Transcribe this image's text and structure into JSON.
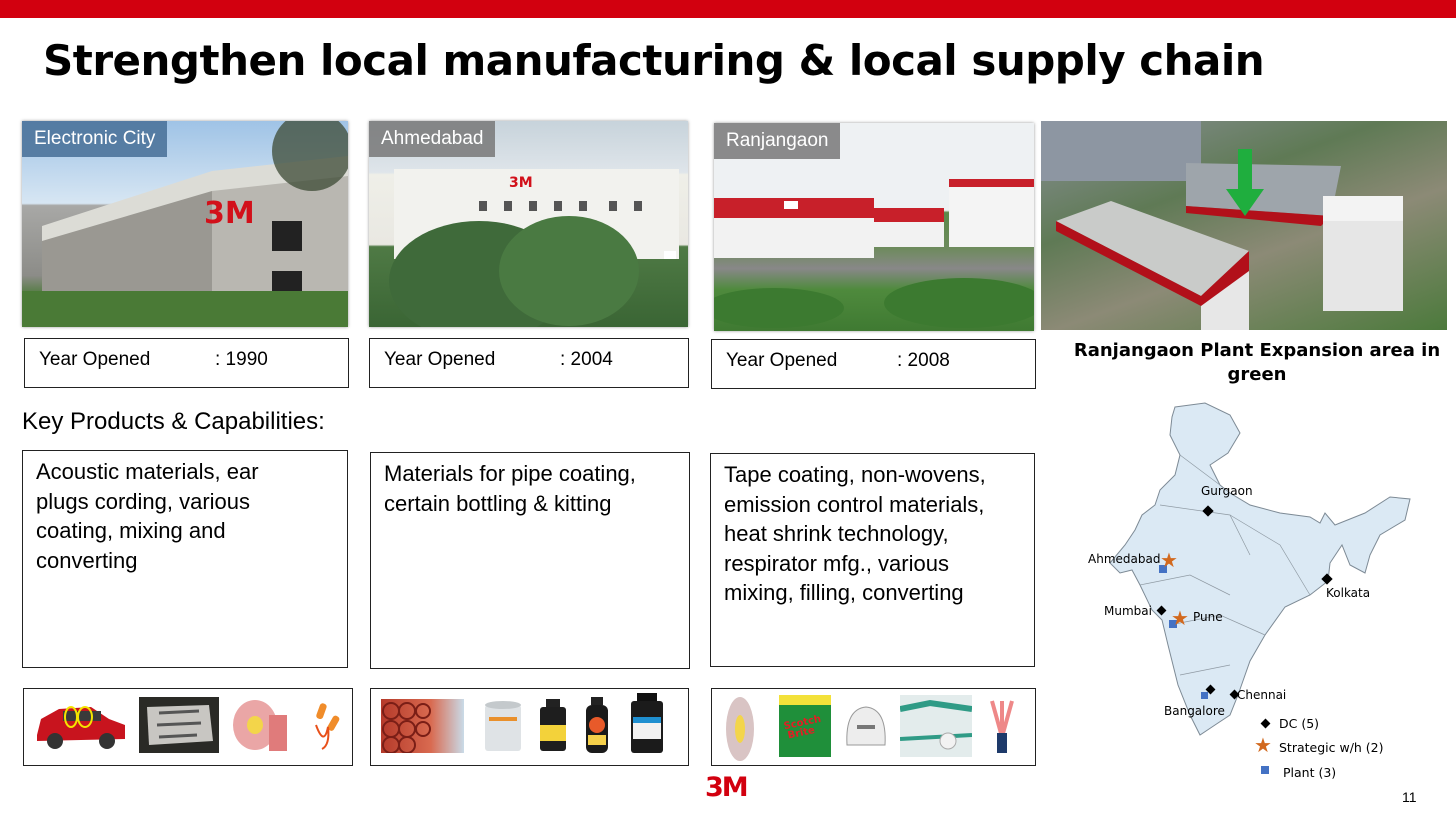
{
  "slide": {
    "title": "Strengthen local manufacturing & local supply chain",
    "page_number": "11",
    "brand_color": "#d2000f",
    "logo": "3M"
  },
  "sites": [
    {
      "name": "Electronic City",
      "year_label": "Year Opened",
      "year_value": ": 1990",
      "capabilities": "Acoustic materials, ear plugs cording, various coating, mixing and converting",
      "products": [
        "red-car-acoustic",
        "acoustic-foam-parts",
        "vhb-tape-roll",
        "corded-earplugs"
      ]
    },
    {
      "name": "Ahmedabad",
      "year_label": "Year Opened",
      "year_value": ": 2004",
      "capabilities": "Materials for pipe coating, certain bottling & kitting",
      "products": [
        "coated-pipes",
        "adhesive-tin",
        "primer-bottle",
        "polish-bottle",
        "chemical-bottle"
      ]
    },
    {
      "name": "Ranjangaon",
      "year_label": "Year Opened",
      "year_value": ": 2008",
      "capabilities": "Tape coating, non-wovens, emission control materials, heat shrink technology, respirator mfg., various mixing, filling, converting",
      "products": [
        "tape-roll",
        "scotch-brite-pack",
        "respirator-mask",
        "medical-tape-box",
        "heat-shrink-termination"
      ]
    }
  ],
  "key_products_heading": "Key Products & Capabilities:",
  "expansion": {
    "caption": "Ranjangaon Plant Expansion area in green"
  },
  "map": {
    "cities": [
      {
        "name": "Gurgaon",
        "type": "DC"
      },
      {
        "name": "Ahmedabad",
        "type": "Strategic w/h + Plant"
      },
      {
        "name": "Kolkata",
        "type": "DC"
      },
      {
        "name": "Mumbai",
        "type": "DC"
      },
      {
        "name": "Pune",
        "type": "Strategic w/h + Plant"
      },
      {
        "name": "Chennai",
        "type": "DC"
      },
      {
        "name": "Bangalore",
        "type": "DC + Plant"
      }
    ],
    "legend": [
      {
        "label": "DC (5)",
        "icon": "diamond",
        "color": "#000000"
      },
      {
        "label": "Strategic w/h (2)",
        "icon": "star",
        "color": "#d2691e"
      },
      {
        "label": "Plant (3)",
        "icon": "square",
        "color": "#4472c4"
      }
    ]
  }
}
